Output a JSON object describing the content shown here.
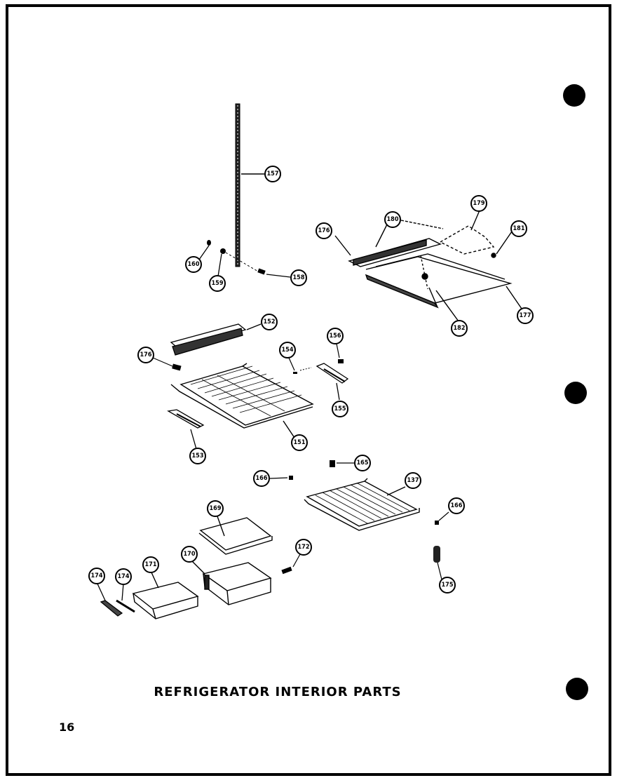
{
  "page": {
    "title": "REFRIGERATOR INTERIOR PARTS",
    "page_number": "16"
  },
  "callouts": {
    "c157": "157",
    "c160": "160",
    "c159": "159",
    "c158": "158",
    "c176a": "176",
    "c180": "180",
    "c179": "179",
    "c181": "181",
    "c177": "177",
    "c182": "182",
    "c152": "152",
    "c176b": "176",
    "c154": "154",
    "c156": "156",
    "c155": "155",
    "c151": "151",
    "c153": "153",
    "c165": "165",
    "c166a": "166",
    "c137": "137",
    "c166b": "166",
    "c169": "169",
    "c172": "172",
    "c171": "171",
    "c170": "170",
    "c174a": "174",
    "c174b": "174",
    "c175": "175"
  }
}
